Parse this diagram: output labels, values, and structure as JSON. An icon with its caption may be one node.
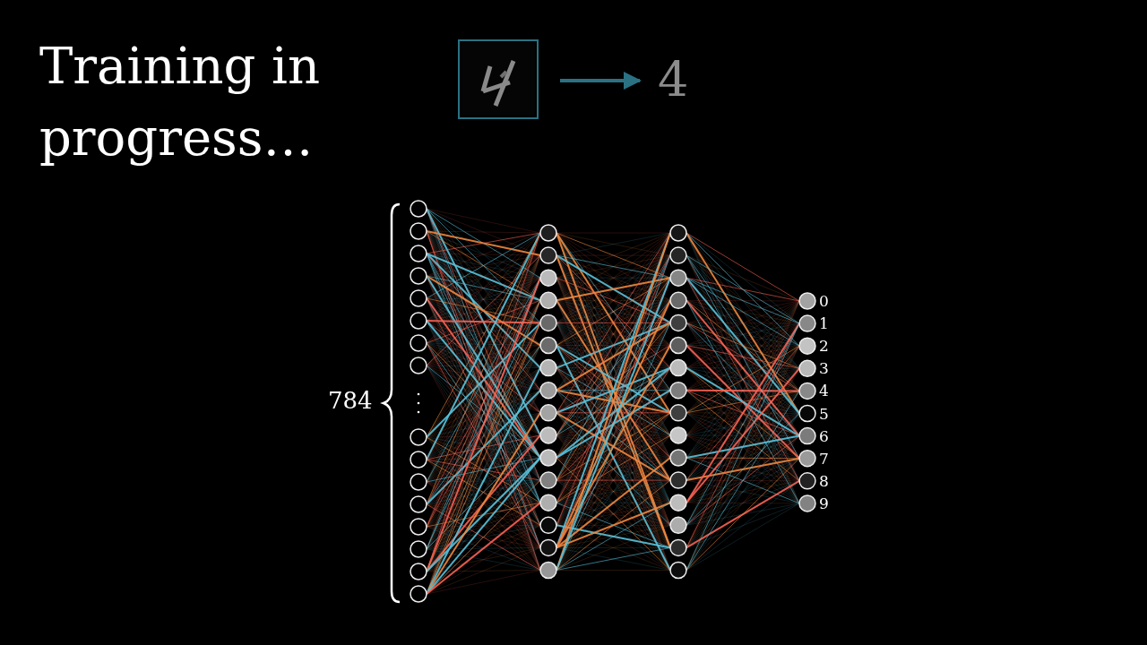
{
  "diagram": {
    "title": "Training in progress…",
    "nodes": [
      {
        "text": [],
        "shape": "picture"
      },
      {
        "text": [
          "4"
        ]
      }
    ],
    "edges": [
      {
        "from": 0,
        "to": 1,
        "arrow": "to"
      }
    ],
    "labels": [
      "784",
      "0",
      "1",
      "2",
      "3",
      "4",
      "5",
      "6",
      "7",
      "8",
      "9"
    ]
  }
}
